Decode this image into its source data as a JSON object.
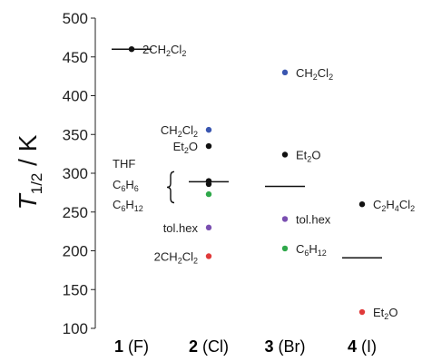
{
  "chart_data": {
    "type": "scatter",
    "ylabel": {
      "main": "T",
      "sub": "1/2",
      "rest": " / K"
    },
    "ylim": [
      100,
      500
    ],
    "yticks": [
      100,
      150,
      200,
      250,
      300,
      350,
      400,
      450,
      500
    ],
    "categories": [
      {
        "num": "1",
        "label": " (F)"
      },
      {
        "num": "2",
        "label": " (Cl)"
      },
      {
        "num": "3",
        "label": " (Br)"
      },
      {
        "num": "4",
        "label": " (I)"
      }
    ],
    "mean_lines": [
      {
        "category": 0,
        "value": 460
      },
      {
        "category": 1,
        "value": 289
      },
      {
        "category": 2,
        "value": 283
      },
      {
        "category": 3,
        "value": 191
      }
    ],
    "points": [
      {
        "category": 0,
        "value": 460,
        "color": "#111111",
        "label": [
          [
            "2CH"
          ],
          [
            "2",
            "sub"
          ],
          [
            "Cl"
          ],
          [
            "2",
            "sub"
          ]
        ],
        "label_side": "right"
      },
      {
        "category": 1,
        "value": 356,
        "color": "#3a56b0",
        "label": [
          [
            "CH"
          ],
          [
            "2",
            "sub"
          ],
          [
            "Cl"
          ],
          [
            "2",
            "sub"
          ]
        ],
        "label_side": "left"
      },
      {
        "category": 1,
        "value": 335,
        "color": "#111111",
        "label": [
          [
            "Et"
          ],
          [
            "2",
            "sub"
          ],
          [
            "O"
          ]
        ],
        "label_side": "left"
      },
      {
        "category": 1,
        "value": 290,
        "color": "#111111",
        "label": [],
        "label_side": "left"
      },
      {
        "category": 1,
        "value": 286,
        "color": "#111111",
        "label": [],
        "label_side": "left"
      },
      {
        "category": 1,
        "value": 273,
        "color": "#2fa84a",
        "label": [],
        "label_side": "left"
      },
      {
        "category": 1,
        "value": 230,
        "color": "#7a4fb0",
        "label": [
          [
            "tol.hex"
          ]
        ],
        "label_side": "left"
      },
      {
        "category": 1,
        "value": 193,
        "color": "#e03a3a",
        "label": [
          [
            "2CH"
          ],
          [
            "2",
            "sub"
          ],
          [
            "Cl"
          ],
          [
            "2",
            "sub"
          ]
        ],
        "label_side": "left"
      },
      {
        "category": 2,
        "value": 430,
        "color": "#3a56b0",
        "label": [
          [
            "CH"
          ],
          [
            "2",
            "sub"
          ],
          [
            "Cl"
          ],
          [
            "2",
            "sub"
          ]
        ],
        "label_side": "right"
      },
      {
        "category": 2,
        "value": 324,
        "color": "#111111",
        "label": [
          [
            "Et"
          ],
          [
            "2",
            "sub"
          ],
          [
            "O"
          ]
        ],
        "label_side": "right"
      },
      {
        "category": 2,
        "value": 241,
        "color": "#7a4fb0",
        "label": [
          [
            "tol.hex"
          ]
        ],
        "label_side": "right"
      },
      {
        "category": 2,
        "value": 203,
        "color": "#2fa84a",
        "label": [
          [
            "C"
          ],
          [
            "6",
            "sub"
          ],
          [
            "H"
          ],
          [
            "12",
            "sub"
          ]
        ],
        "label_side": "right"
      },
      {
        "category": 3,
        "value": 260,
        "color": "#111111",
        "label": [
          [
            "C"
          ],
          [
            "2",
            "sub"
          ],
          [
            "H"
          ],
          [
            "4",
            "sub"
          ],
          [
            "Cl"
          ],
          [
            "2",
            "sub"
          ]
        ],
        "label_side": "right"
      },
      {
        "category": 3,
        "value": 121,
        "color": "#e03a3a",
        "label": [
          [
            "Et"
          ],
          [
            "2",
            "sub"
          ],
          [
            "O"
          ]
        ],
        "label_side": "right"
      }
    ],
    "group_annotation": {
      "category": 1,
      "labels": [
        [
          [
            "THF"
          ]
        ],
        [
          [
            "C"
          ],
          [
            "6",
            "sub"
          ],
          [
            "H"
          ],
          [
            "6",
            "sub"
          ]
        ],
        [
          [
            "C"
          ],
          [
            "6",
            "sub"
          ],
          [
            "H"
          ],
          [
            "12",
            "sub"
          ]
        ]
      ],
      "label_values": [
        313,
        286,
        260
      ],
      "brace_values": [
        302,
        262
      ]
    }
  }
}
